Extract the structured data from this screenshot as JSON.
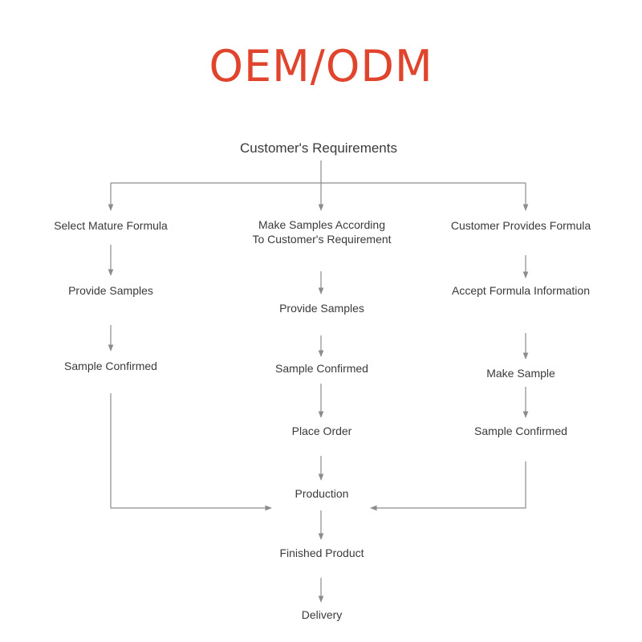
{
  "title": "OEM/ODM",
  "nodes": {
    "root": "Customer's Requirements",
    "left_1": "Select Mature Formula",
    "left_2": "Provide Samples",
    "left_3": "Sample Confirmed",
    "mid_1a": "Make Samples According",
    "mid_1b": "To Customer's Requirement",
    "mid_2": "Provide Samples",
    "mid_3": "Sample Confirmed",
    "mid_4": "Place Order",
    "production": "Production",
    "finished": "Finished Product",
    "delivery": "Delivery",
    "right_1": "Customer Provides Formula",
    "right_2": "Accept Formula Information",
    "right_3": "Make Sample",
    "right_4": "Sample Confirmed"
  },
  "colors": {
    "title": "#e0442c",
    "text": "#3a3a3a",
    "line": "#8c8c8c"
  }
}
